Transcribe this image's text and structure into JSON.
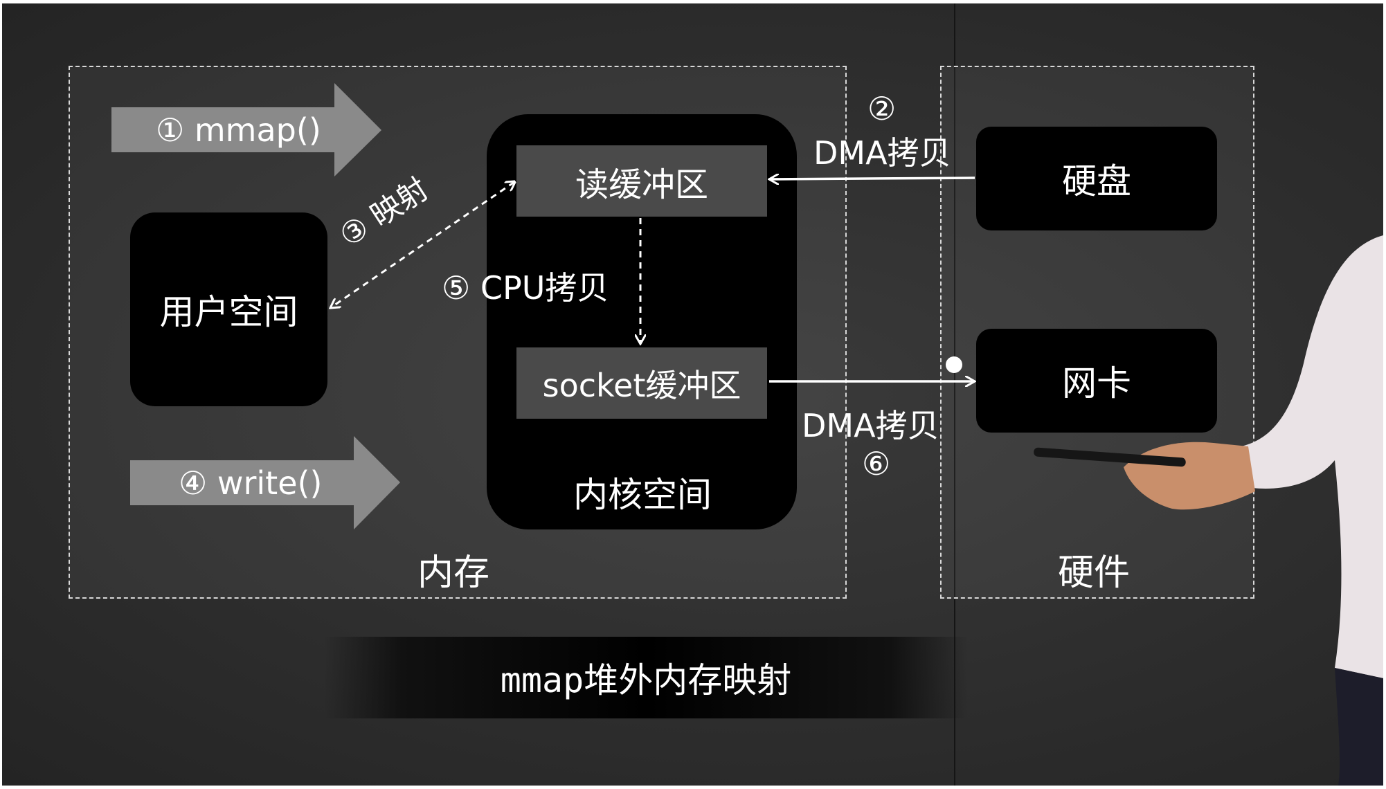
{
  "diagram": {
    "memory_panel_label": "内存",
    "hardware_panel_label": "硬件",
    "user_space_label": "用户空间",
    "kernel_space_label": "内核空间",
    "read_buffer_label": "读缓冲区",
    "socket_buffer_label": "socket缓冲区",
    "disk_label": "硬盘",
    "nic_label": "网卡",
    "step1_label": "① mmap()",
    "step4_label": "④  write()",
    "step2_number": "②",
    "step2_label": "DMA拷贝",
    "step3_label": "③ 映射",
    "step5_label": "⑤ CPU拷贝",
    "step6_label": "DMA拷贝",
    "step6_number": "⑥",
    "caption": "mmap堆外内存映射"
  },
  "colors": {
    "background": "#2e2e2e",
    "box": "#000000",
    "buffer": "#4a4a4a",
    "arrow_fill": "#8a8a8a",
    "text": "#ffffff"
  }
}
